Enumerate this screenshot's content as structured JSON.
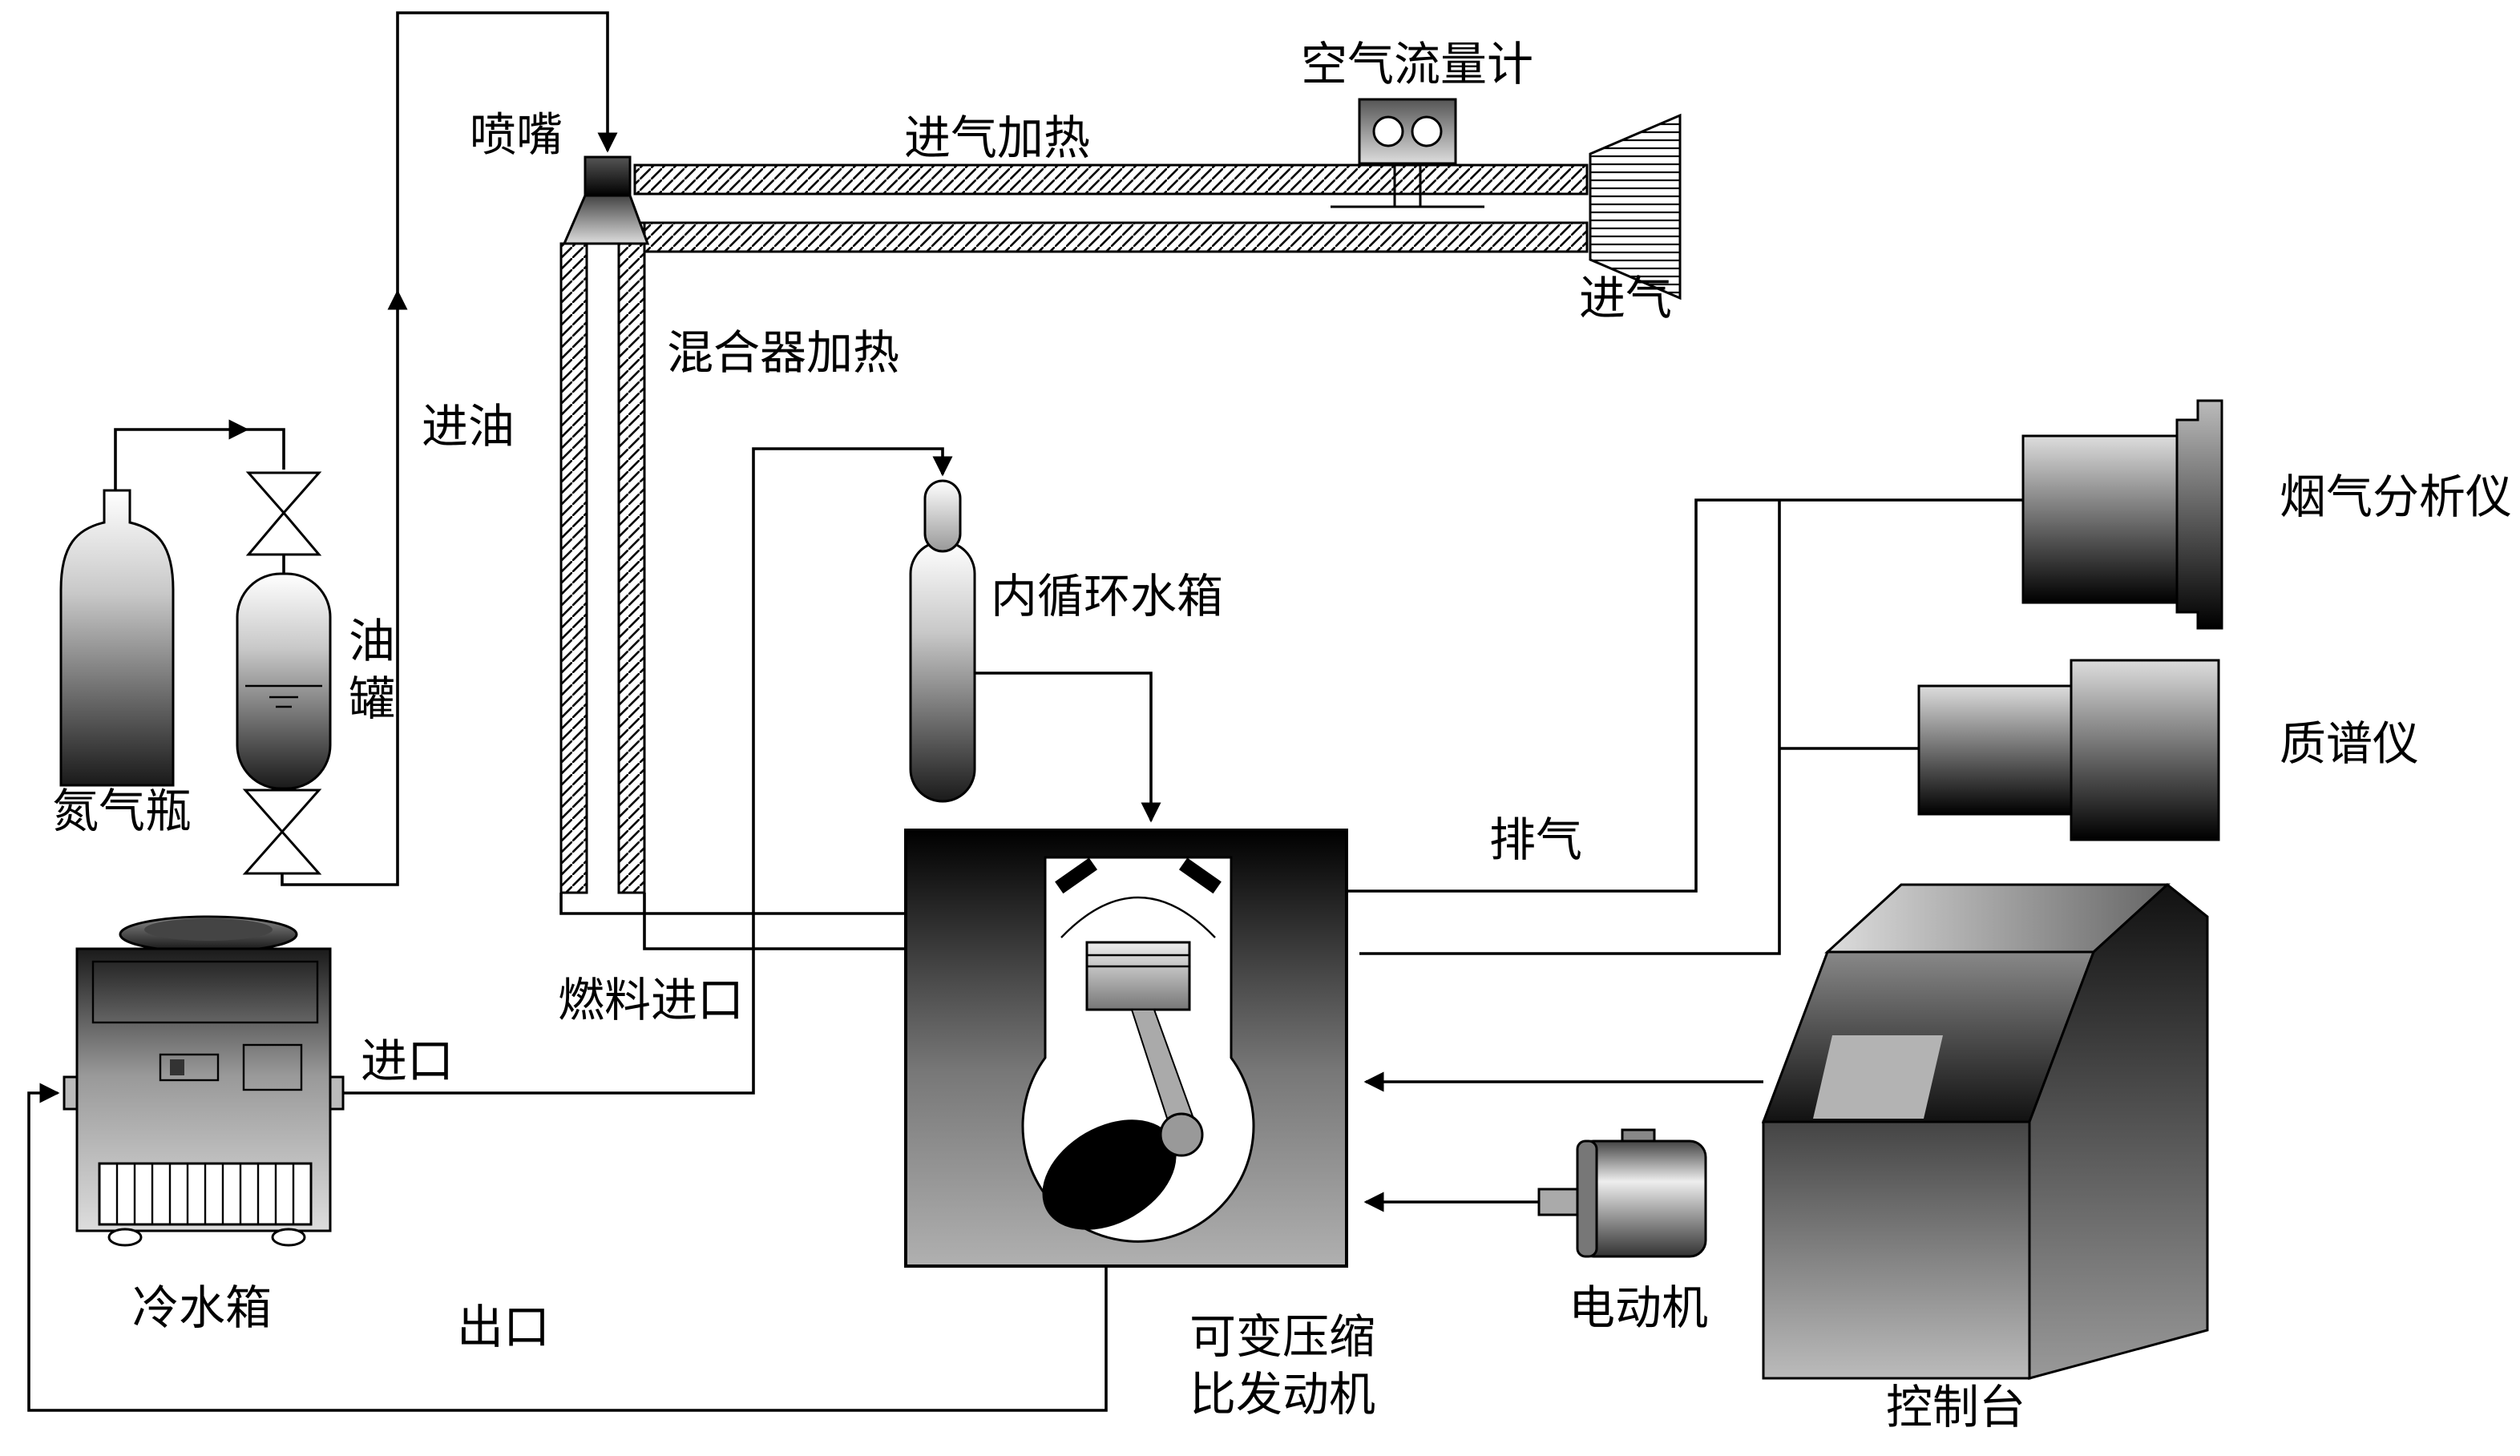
{
  "diagram": {
    "labels": {
      "air_flow_meter": "空气流量计",
      "intake_heating": "进气加热",
      "nozzle": "喷嘴",
      "intake": "进气",
      "mixer_heating": "混合器加热",
      "oil_feed": "进油",
      "oil_tank_line1": "油",
      "oil_tank_line2": "罐",
      "nitrogen_bottle": "氮气瓶",
      "inner_circulation_tank": "内循环水箱",
      "flue_gas_analyzer": "烟气分析仪",
      "mass_spectrometer": "质谱仪",
      "exhaust": "排气",
      "fuel_inlet": "燃料进口",
      "inlet": "进口",
      "cold_water_tank": "冷水箱",
      "outlet": "出口",
      "engine_line1": "可变压缩",
      "engine_line2": "比发动机",
      "electric_motor": "电动机",
      "control_console": "控制台"
    },
    "colors": {
      "line": "#000000",
      "background": "#ffffff",
      "dark_fill": "#111111",
      "light_fill": "#cccccc"
    }
  }
}
